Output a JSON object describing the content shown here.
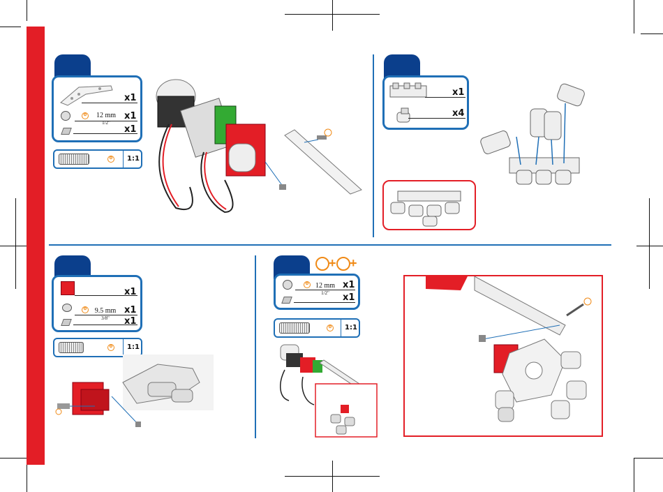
{
  "step_a": {
    "parts": [
      {
        "name": "long-plate",
        "qty": "x1"
      },
      {
        "name": "screw",
        "size_mm": "12 mm",
        "size_in": "1/2\"",
        "qty": "x1"
      },
      {
        "name": "nut",
        "qty": "x1"
      }
    ],
    "scale": "1:1"
  },
  "step_b": {
    "parts": [
      {
        "name": "finger-base",
        "qty": "x1"
      },
      {
        "name": "finger-segment",
        "qty": "x4"
      }
    ]
  },
  "step_c": {
    "parts": [
      {
        "name": "bracket",
        "qty": "x1"
      },
      {
        "name": "screw",
        "size_mm": "9.5 mm",
        "size_in": "3/8\"",
        "qty": "x1"
      },
      {
        "name": "nut",
        "qty": "x1"
      }
    ],
    "scale": "1:1"
  },
  "step_d": {
    "parts": [
      {
        "name": "screw",
        "size_mm": "12 mm",
        "size_in": "1/2\"",
        "qty": "x1"
      },
      {
        "name": "nut",
        "qty": "x1"
      }
    ],
    "scale": "1:1"
  },
  "colors": {
    "accent_red": "#e31e26",
    "tab_blue": "#0b3f8c",
    "frame_blue": "#1f6fb6",
    "callout_orange": "#f08a16"
  }
}
